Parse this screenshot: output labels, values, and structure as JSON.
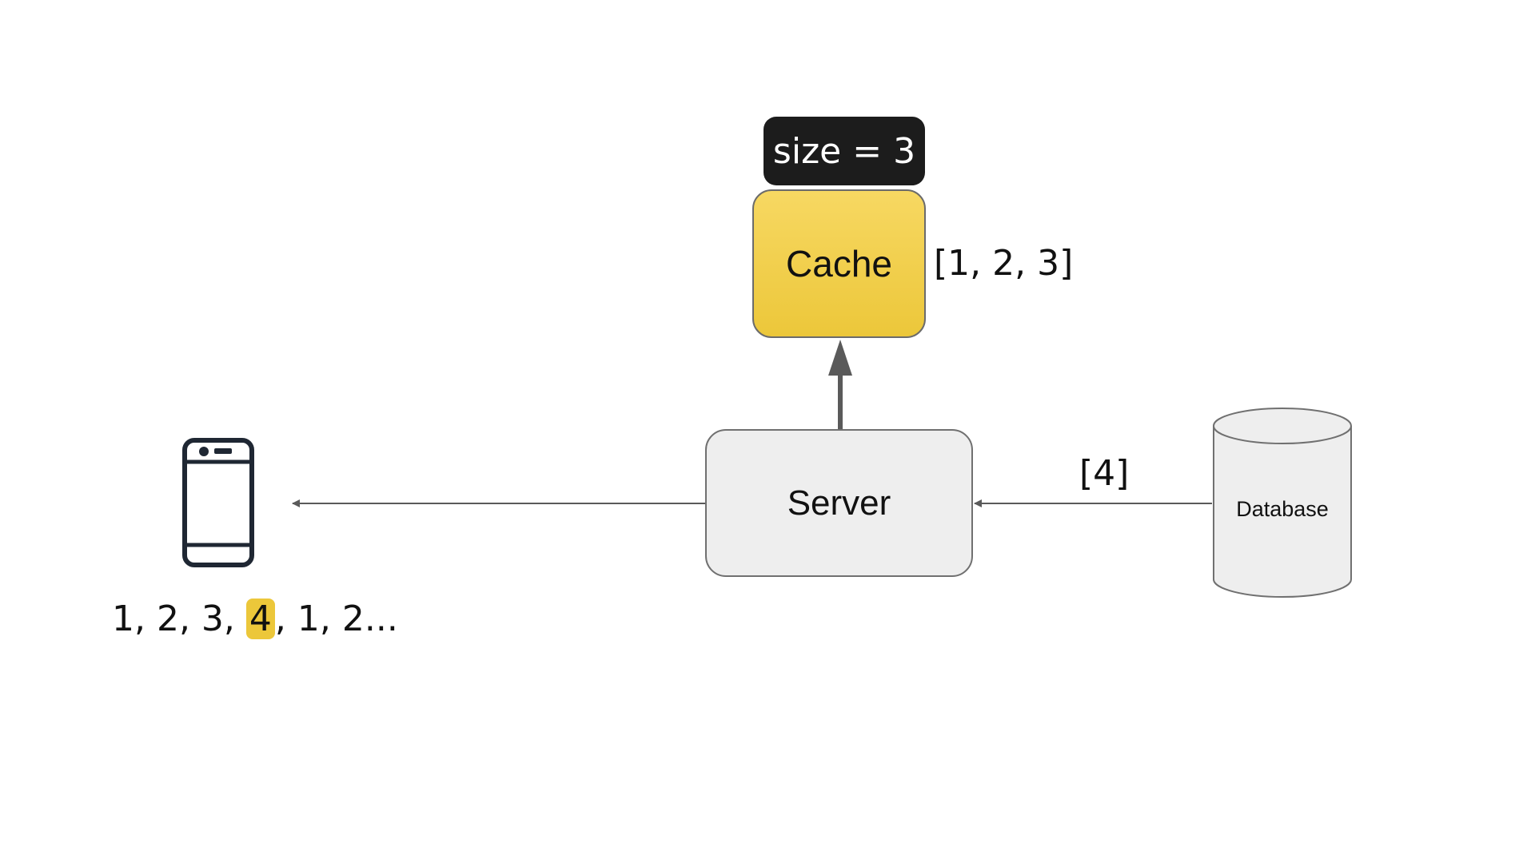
{
  "colors": {
    "cache_fill": "#ecc73a",
    "server_fill": "#eeeeee",
    "database_fill": "#eeeeee",
    "badge_fill": "#1c1c1c",
    "highlight": "#ecc73a",
    "edge": "#5a5a5a",
    "phone_stroke": "#1f2733"
  },
  "cache": {
    "capacity_badge": "size = 3",
    "label": "Cache",
    "contents": "[1, 2, 3]"
  },
  "server": {
    "label": "Server"
  },
  "database": {
    "label": "Database"
  },
  "edges": {
    "db_to_server_label": "[4]"
  },
  "client": {
    "icon": "smartphone-icon",
    "sequence": [
      {
        "text": "1, 2, 3, ",
        "highlight": false
      },
      {
        "text": "4",
        "highlight": true
      },
      {
        "text": ", 1, 2...",
        "highlight": false
      }
    ]
  }
}
